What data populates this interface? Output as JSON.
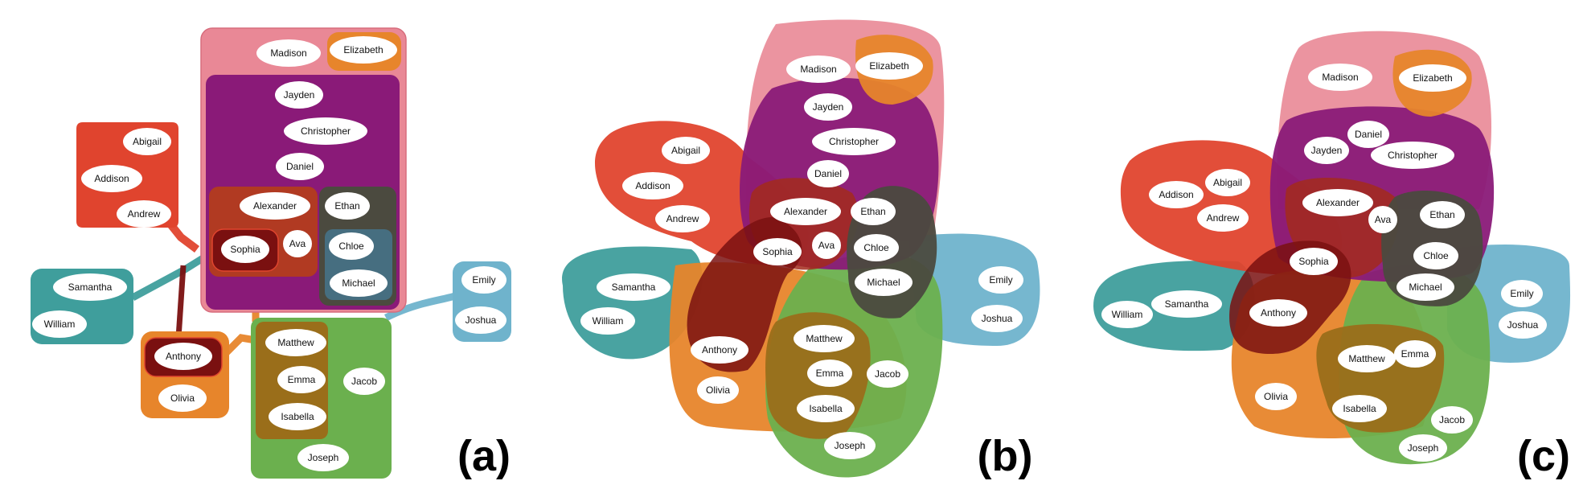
{
  "panels": [
    {
      "label": "(a)"
    },
    {
      "label": "(b)"
    },
    {
      "label": "(c)"
    }
  ],
  "names": {
    "Madison": "Madison",
    "Elizabeth": "Elizabeth",
    "Jayden": "Jayden",
    "Christopher": "Christopher",
    "Daniel": "Daniel",
    "Alexander": "Alexander",
    "Ava": "Ava",
    "Sophia": "Sophia",
    "Ethan": "Ethan",
    "Chloe": "Chloe",
    "Michael": "Michael",
    "Abigail": "Abigail",
    "Addison": "Addison",
    "Andrew": "Andrew",
    "Samantha": "Samantha",
    "William": "William",
    "Anthony": "Anthony",
    "Olivia": "Olivia",
    "Matthew": "Matthew",
    "Emma": "Emma",
    "Isabella": "Isabella",
    "Jacob": "Jacob",
    "Joseph": "Joseph",
    "Emily": "Emily",
    "Joshua": "Joshua"
  },
  "colors": {
    "pink": "#e98896",
    "purple": "#8a1a78",
    "red": "#e0442e",
    "teal": "#3f9e9c",
    "orange": "#e7852b",
    "green": "#6bb04e",
    "lightblue": "#6fb3cc",
    "darkred": "#b13a22",
    "maroon": "#7a1010",
    "darkgrey": "#4b4a3f",
    "steel": "#466e80",
    "olive": "#9a6e1a"
  }
}
